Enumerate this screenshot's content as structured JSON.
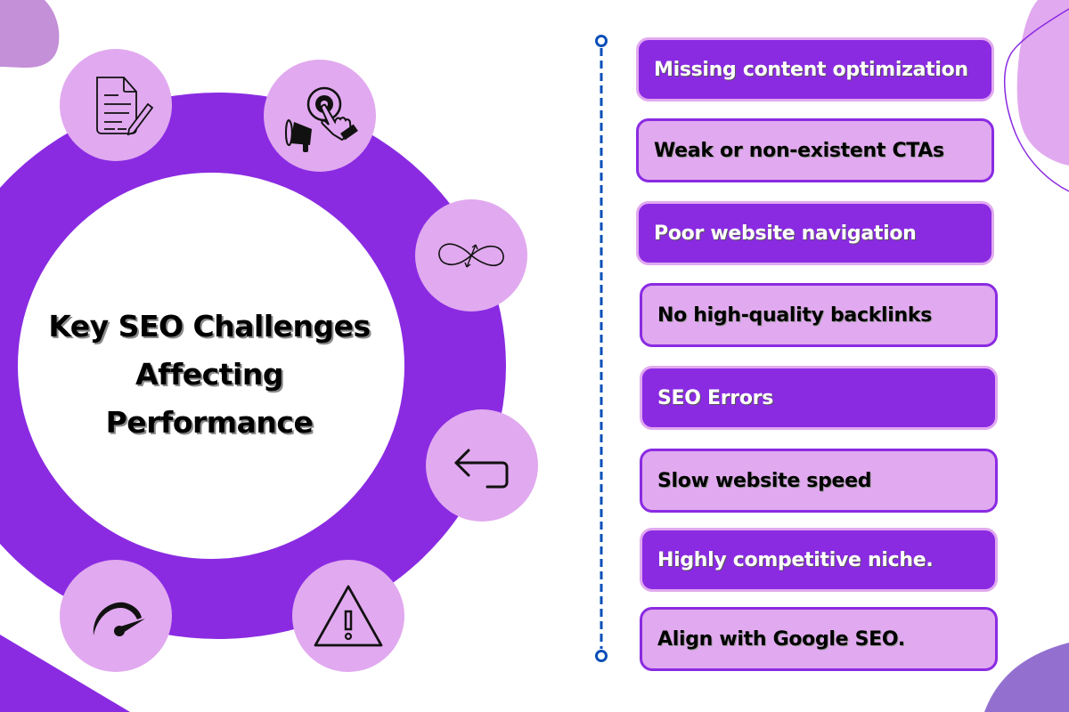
{
  "title": {
    "lines": [
      "Key SEO Challenges",
      "Affecting",
      "Performance"
    ]
  },
  "colors": {
    "primary_purple": "#8a2be2",
    "lavender": "#e1a9ef",
    "muted_purple_blob": "#c490d8",
    "bottom_right_blob": "#9370d0",
    "timeline_blue": "#0a4fb8",
    "background": "#ffffff"
  },
  "icons": [
    {
      "name": "document-edit-icon",
      "position": "top-left"
    },
    {
      "name": "click-megaphone-icon",
      "position": "top"
    },
    {
      "name": "infinity-arrows-icon",
      "position": "upper-right"
    },
    {
      "name": "return-arrow-icon",
      "position": "lower-right"
    },
    {
      "name": "warning-icon",
      "position": "bottom"
    },
    {
      "name": "speedometer-icon",
      "position": "bottom-left"
    }
  ],
  "challenges": [
    {
      "label": "Missing content optimization",
      "style": "dark"
    },
    {
      "label": "Weak or non-existent CTAs",
      "style": "light"
    },
    {
      "label": "Poor website navigation",
      "style": "dark"
    },
    {
      "label": "No high-quality backlinks",
      "style": "light"
    },
    {
      "label": "SEO Errors",
      "style": "dark"
    },
    {
      "label": "Slow website speed",
      "style": "light"
    },
    {
      "label": "Highly competitive niche.",
      "style": "dark"
    },
    {
      "label": "Align with Google SEO.",
      "style": "light"
    }
  ]
}
